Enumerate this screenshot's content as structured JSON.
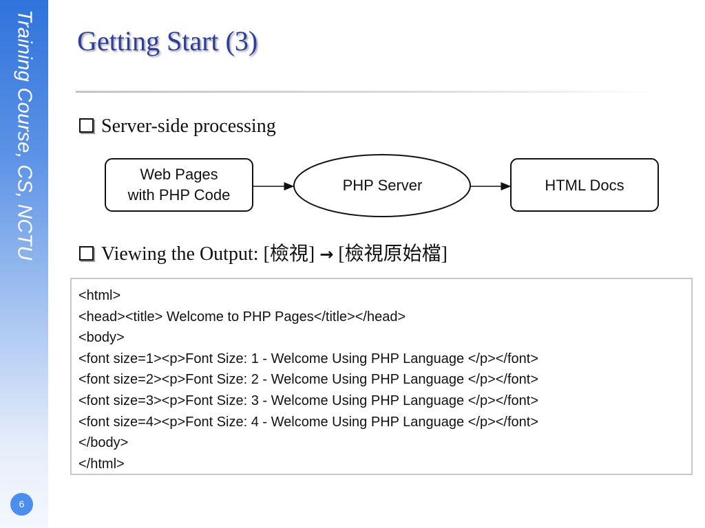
{
  "sidebar": {
    "text": "Training Course, CS, NCTU",
    "page_number": "6"
  },
  "title": "Getting Start (3)",
  "bullets": {
    "first": "Server-side processing",
    "second_prefix": "Viewing the Output: [",
    "second_cjk_1": "檢視",
    "second_mid": "] ",
    "second_arrow": "→",
    "second_open": " [",
    "second_cjk_2": "檢視原始檔",
    "second_close": "]"
  },
  "diagram": {
    "nodes": [
      {
        "label_line1": "Web Pages",
        "label_line2": "with PHP Code"
      },
      {
        "label": "PHP Server"
      },
      {
        "label": "HTML Docs"
      }
    ]
  },
  "code_lines": [
    "<html>",
    "<head><title> Welcome to PHP Pages</title></head>",
    "<body>",
    "<font size=1><p>Font Size: 1 - Welcome Using PHP Language </p></font>",
    "<font size=2><p>Font Size: 2 - Welcome Using PHP Language </p></font>",
    "<font size=3><p>Font Size: 3 - Welcome Using PHP Language </p></font>",
    "<font size=4><p>Font Size: 4 - Welcome Using PHP Language </p></font>",
    "</body>",
    "</html>"
  ]
}
